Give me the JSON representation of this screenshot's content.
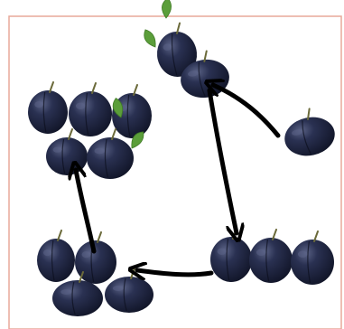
{
  "illustration": {
    "background_color": "#ffffff",
    "frame_color": "#e8a89a",
    "plum_color": "#1f2540",
    "plum_highlight_color": "#5b6386",
    "stem_color": "#6b6a3a",
    "leaf_color": "#5b9e3a",
    "arrow_color": "#000000",
    "groups": [
      {
        "name": "top-pair",
        "plum_count": 2,
        "has_leaves": true
      },
      {
        "name": "lone-plum",
        "plum_count": 1,
        "has_leaves": false
      },
      {
        "name": "bottom-right-row",
        "plum_count": 3,
        "has_leaves": false
      },
      {
        "name": "bottom-left-cluster",
        "plum_count": 4,
        "has_leaves": false
      },
      {
        "name": "top-left-cluster",
        "plum_count": 5,
        "has_leaves": true
      }
    ],
    "arrows": [
      {
        "from": "lone-plum",
        "to": "top-pair"
      },
      {
        "from": "top-pair",
        "to": "bottom-right-row"
      },
      {
        "from": "bottom-right-row",
        "to": "bottom-left-cluster"
      },
      {
        "from": "bottom-left-cluster",
        "to": "top-left-cluster"
      }
    ]
  }
}
